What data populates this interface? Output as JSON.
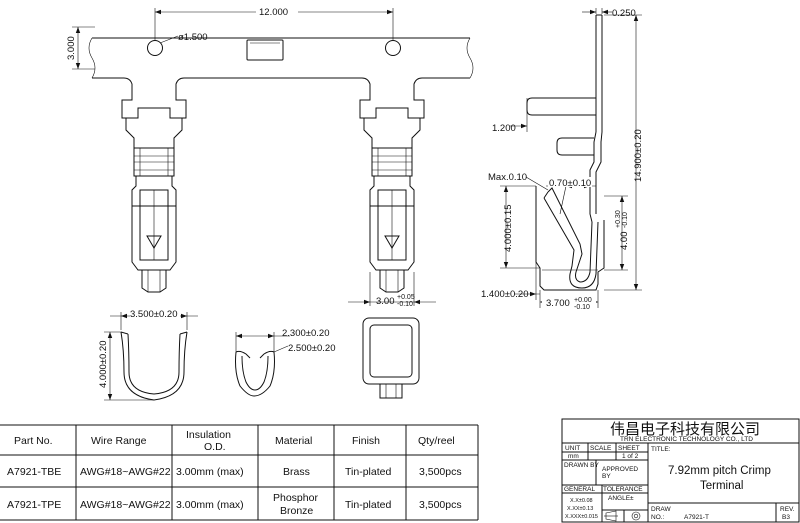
{
  "dimensions": {
    "pitch": "12.000",
    "hole_dia": "ø1.500",
    "strip_height": "3.000",
    "thickness": "0.250",
    "tab_offset": "1.200",
    "total_length": "14.900±0.20",
    "max_note": "Max.0.10",
    "spring_gap": "0.70±0.10",
    "box_height_side": "4.000±0.15",
    "side_right_main": "4.00",
    "side_right_tol_top": "+0.30",
    "side_right_tol_bot": "-0.10",
    "bottom_offset": "1.400±0.20",
    "bottom_width_main": "3.700",
    "bottom_width_tol_top": "+0.00",
    "bottom_width_tol_bot": "-0.10",
    "front_width_main": "3.00",
    "front_width_tol_top": "+0.05",
    "front_width_tol_bot": "-0.10",
    "ucrimp_width": "3.500±0.20",
    "ucrimp_height": "4.000±0.20",
    "crimp_small_1": "2.300±0.20",
    "crimp_small_2": "2.500±0.20"
  },
  "parts_table": {
    "headers": [
      "Part No.",
      "Wire Range",
      "Insulation\nO.D.",
      "Material",
      "Finish",
      "Qty/reel"
    ],
    "header_insulation_line1": "Insulation",
    "header_insulation_line2": "O.D.",
    "rows": [
      {
        "part_no": "A7921-TBE",
        "wire_range": "AWG#18~AWG#22",
        "insulation": "3.00mm  (max)",
        "material": "Brass",
        "material_line2": "",
        "finish": "Tin-plated",
        "qty": "3,500pcs"
      },
      {
        "part_no": "A7921-TPE",
        "wire_range": "AWG#18~AWG#22",
        "insulation": "3.00mm  (max)",
        "material": "Phosphor",
        "material_line2": "Bronze",
        "finish": "Tin-plated",
        "qty": "3,500pcs"
      }
    ]
  },
  "title_block": {
    "company_cn": "伟昌电子科技有限公司",
    "company_en": "TRN ELECTRONIC TECHNOLOGY CO., LTD",
    "unit_label": "UNIT",
    "scale_label": "SCALE",
    "sheet_label": "SHEET",
    "unit_value": "mm",
    "sheet_value": "1  of 2",
    "title_label": "TITLE:",
    "title_line1": "7.92mm  pitch  Crimp",
    "title_line2": "Terminal",
    "drawn_by": "DRAWN  BY",
    "approved_line1": "APPROVED",
    "approved_line2": "BY",
    "general_label": "GENERAL",
    "tolerance_label": "TOLERANCE",
    "tol_1": "X.X±0.08",
    "tol_2": "X.XX±0.13",
    "tol_3": "X.XXX±0.015",
    "angle_label": "ANGLE±",
    "draw_no_label": "DRAW",
    "draw_no_label2": "NO.:",
    "draw_no": "A7921-T",
    "rev_label": "REV.",
    "rev_value": "B3"
  }
}
